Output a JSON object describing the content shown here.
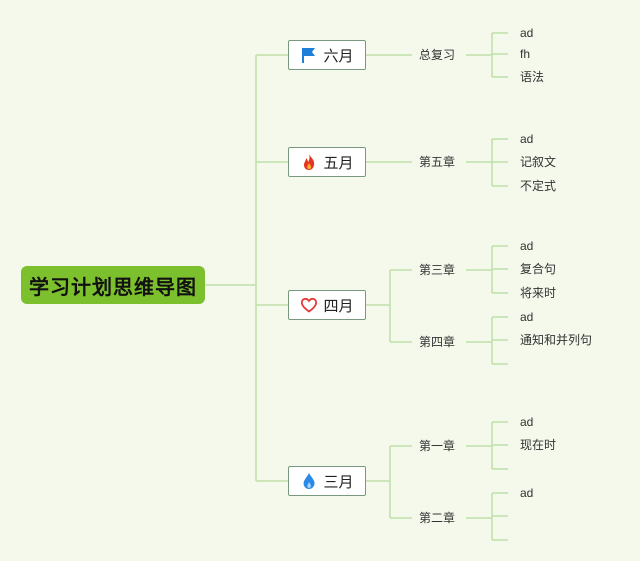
{
  "colors": {
    "background": "#f4f9ec",
    "root_fill": "#7dc02e",
    "line": "#bfe0a8",
    "node_border": "#7a9a80"
  },
  "root": {
    "label": "学习计划思维导图"
  },
  "months": [
    {
      "label": "六月",
      "icon": "flag-icon",
      "subtopics": [
        {
          "label": "总复习",
          "leaves": [
            "ad",
            "fh",
            "语法"
          ]
        }
      ]
    },
    {
      "label": "五月",
      "icon": "fire-icon",
      "subtopics": [
        {
          "label": "第五章",
          "leaves": [
            "ad",
            "记叙文",
            "不定式"
          ]
        }
      ]
    },
    {
      "label": "四月",
      "icon": "heart-icon",
      "subtopics": [
        {
          "label": "第三章",
          "leaves": [
            "ad",
            "复合句",
            "将来时"
          ]
        },
        {
          "label": "第四章",
          "leaves": [
            "ad",
            "通知和并列句",
            ""
          ]
        }
      ]
    },
    {
      "label": "三月",
      "icon": "water-drop-icon",
      "subtopics": [
        {
          "label": "第一章",
          "leaves": [
            "ad",
            "现在时",
            ""
          ]
        },
        {
          "label": "第二章",
          "leaves": [
            "ad",
            "",
            ""
          ]
        }
      ]
    }
  ]
}
